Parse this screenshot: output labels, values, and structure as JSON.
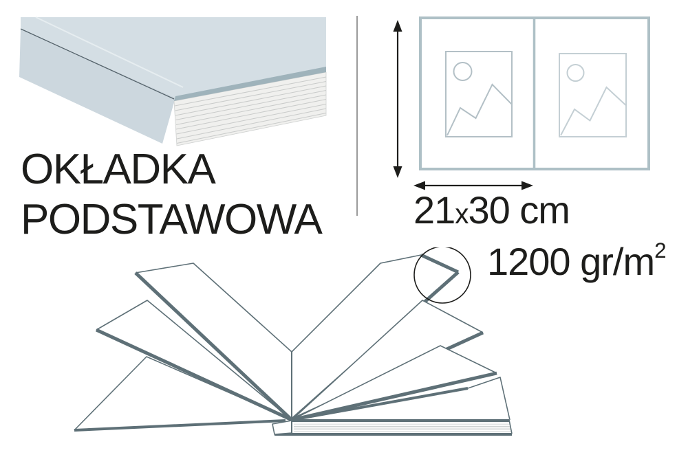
{
  "title": {
    "line1": "OKŁADKA",
    "line2": "PODSTAWOWA"
  },
  "spread": {
    "dim_a": "21",
    "dim_x": "x",
    "dim_b": "30 cm"
  },
  "weight": {
    "value": "1200 gr/m",
    "sup": "2"
  },
  "icons": {
    "cover_corner": "album-cover-corner-illustration",
    "spread": "page-spread-diagram",
    "placeholder": "image-placeholder-icon",
    "open_book": "open-book-fanned-pages-illustration",
    "callout": "callout-circle"
  },
  "colors": {
    "line_dark": "#1d1d1b",
    "book_outline": "#5e7077",
    "cover_top": "#d4dee4",
    "cover_side": "#ccd7de",
    "cover_edge_band": "#9fb3bb",
    "cover_dark_line": "#55636b",
    "cover_highlight": "#e6edf0",
    "stack_fill": "#f0f0ee",
    "stack_line": "#c9cbca",
    "spread_border": "#aec0c6",
    "placeholder_left": "#b3c0c6",
    "placeholder_right": "#c4cfd4",
    "divider": "#9b9b9b"
  }
}
